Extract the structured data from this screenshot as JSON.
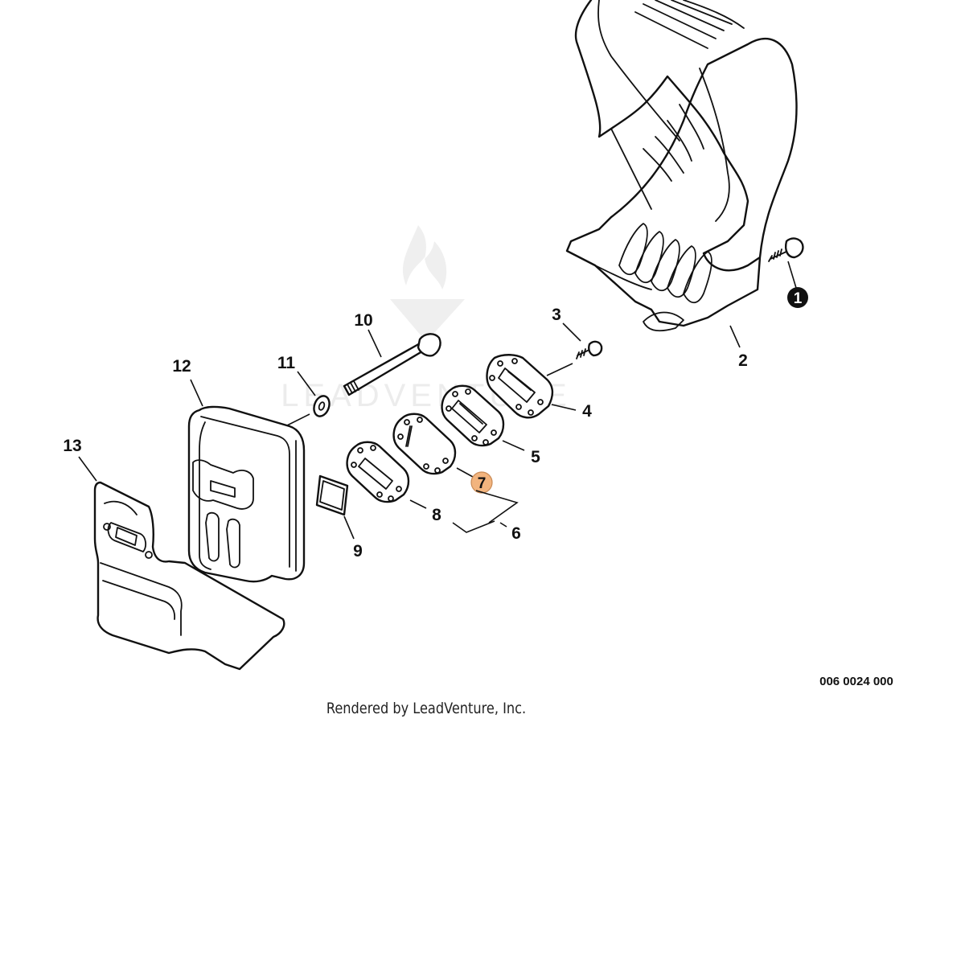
{
  "diagram": {
    "callouts": {
      "c1": "1",
      "c2": "2",
      "c3": "3",
      "c4": "4",
      "c5": "5",
      "c6": "6",
      "c7": "7",
      "c8": "8",
      "c9": "9",
      "c10": "10",
      "c11": "11",
      "c12": "12",
      "c13": "13"
    },
    "highlight_color": "#f2b47e",
    "drawing_number": "006 0024 000",
    "credit": "Rendered by LeadVenture, Inc.",
    "watermark_text": "LEADVENTURE"
  }
}
